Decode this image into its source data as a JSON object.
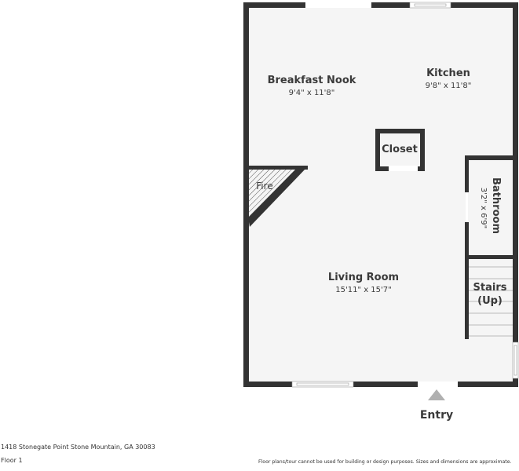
{
  "rooms": {
    "breakfast_nook": {
      "name": "Breakfast Nook",
      "size": "9'4\" x 11'8\""
    },
    "kitchen": {
      "name": "Kitchen",
      "size": "9'8\" x 11'8\""
    },
    "closet": {
      "name": "Closet"
    },
    "fire": {
      "name": "Fire"
    },
    "bathroom": {
      "name": "Bathroom",
      "size": "3'2\" x 6'9\""
    },
    "stairs": {
      "name": "Stairs",
      "direction": "(Up)"
    },
    "living_room": {
      "name": "Living Room",
      "size": "15'11\" x 15'7\""
    }
  },
  "entry_label": "Entry",
  "footer": {
    "address": "1418 Stonegate Point Stone Mountain, GA 30083",
    "floor": "Floor 1",
    "disclaimer": "Floor plans/tour cannot be used for building or design purposes. Sizes and dimensions are approximate."
  },
  "colors": {
    "wall": "#333333",
    "floor": "#f5f5f5",
    "window": "#ffffff",
    "entry_arrow": "#b0b0b0"
  }
}
